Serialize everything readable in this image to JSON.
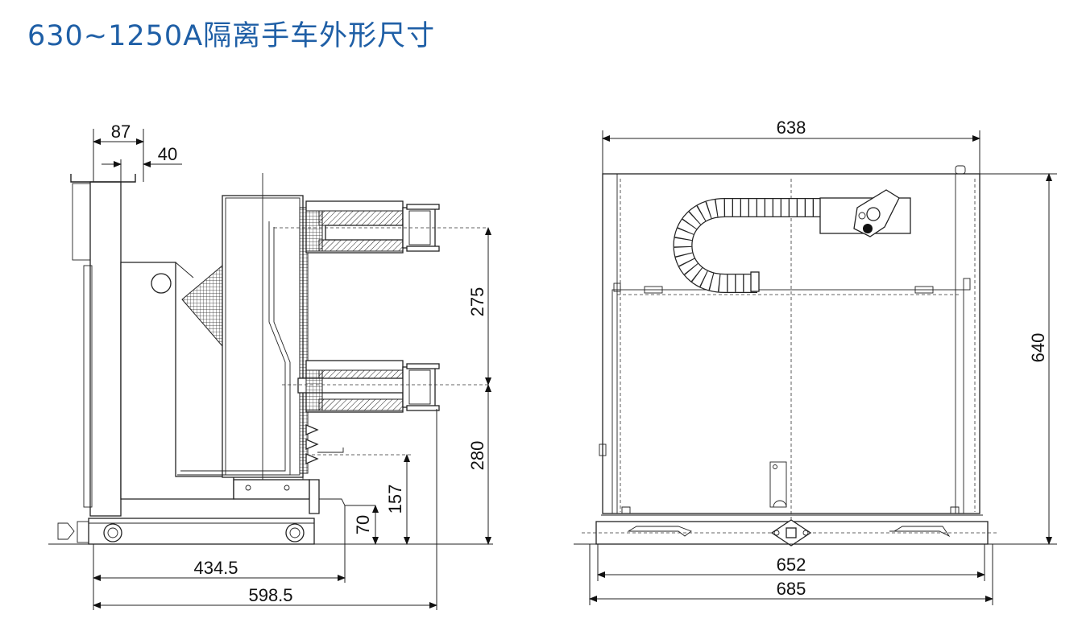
{
  "title": "630~1250A隔离手车外形尺寸",
  "side_view": {
    "dim_87": "87",
    "dim_40": "40",
    "dim_275": "275",
    "dim_280": "280",
    "dim_157": "157",
    "dim_70": "70",
    "dim_434_5": "434.5",
    "dim_598_5": "598.5"
  },
  "front_view": {
    "dim_638": "638",
    "dim_640": "640",
    "dim_652": "652",
    "dim_685": "685"
  }
}
